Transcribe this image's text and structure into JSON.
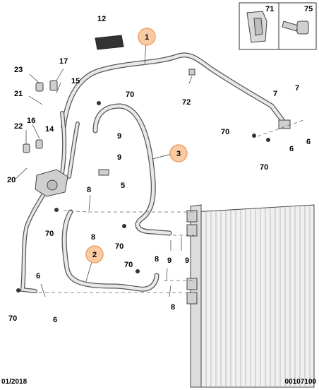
{
  "inset": {
    "items": [
      {
        "ref": "71"
      },
      {
        "ref": "75"
      }
    ]
  },
  "callouts": [
    {
      "ref": "1",
      "highlight_color": "#f7c9a0"
    },
    {
      "ref": "2",
      "highlight_color": "#f7c9a0"
    },
    {
      "ref": "3",
      "highlight_color": "#f7c9a0"
    }
  ],
  "labels": {
    "l12": "12",
    "l23": "23",
    "l17": "17",
    "l15": "15",
    "l21": "21",
    "l16": "16",
    "l14": "14",
    "l22": "22",
    "l20": "20",
    "l70a": "70",
    "l9a": "9",
    "l9b": "9",
    "l5": "5",
    "l8a": "8",
    "l8b": "8",
    "l70b": "70",
    "l70c": "70",
    "l72": "72",
    "l7a": "7",
    "l7b": "7",
    "l70d": "70",
    "l70e": "70",
    "l6a": "6",
    "l6b": "6",
    "l9c": "9",
    "l9d": "9",
    "l70f": "70",
    "l8c": "8",
    "l8d": "8",
    "l6c": "6",
    "l6d": "6",
    "l70g": "70"
  },
  "footer": {
    "date": "01/2018",
    "ref": "00107100"
  },
  "colors": {
    "line": "#444444",
    "hose_fill": "#e6e6e6",
    "part_fill": "#cfcfcf"
  }
}
